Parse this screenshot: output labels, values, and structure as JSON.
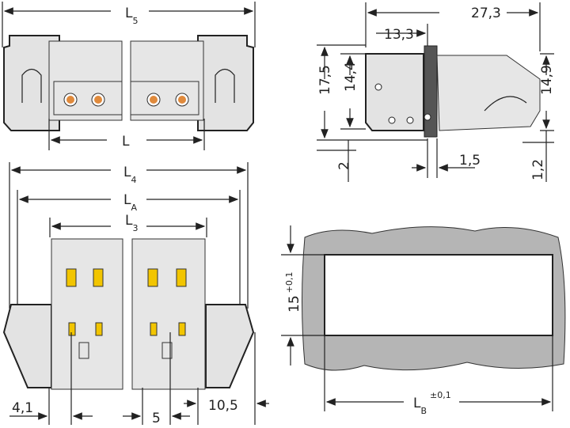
{
  "labels": {
    "L5": {
      "main": "L",
      "sub": "5"
    },
    "L": "L",
    "L4": {
      "main": "L",
      "sub": "4"
    },
    "LA": {
      "main": "L",
      "sub": "A"
    },
    "L3": {
      "main": "L",
      "sub": "3"
    },
    "LB": {
      "main": "L",
      "sub": "B",
      "tol": "±0,1"
    },
    "d_4_1": "4,1",
    "d_5": "5",
    "d_10_5": "10,5",
    "d_27_3": "27,3",
    "d_13_3": "13,3",
    "d_17_5": "17,5",
    "d_14_4": "14,4",
    "d_14_9": "14,9",
    "d_2": "2",
    "d_1_5": "1,5",
    "d_1_2": "1,2",
    "d_15": "15",
    "d_15_tol": "+0,1"
  },
  "colors": {
    "pin": "#e08a3c",
    "contact": "#f2c500",
    "panel": "#b5b5b5",
    "body": "#e3e3e3"
  }
}
